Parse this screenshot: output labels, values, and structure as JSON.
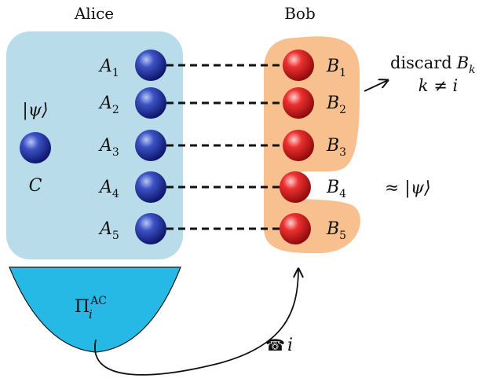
{
  "alice": {
    "title": "Alice",
    "state_label": "|ψ⟩",
    "qubit_c": "C",
    "qubits": [
      {
        "name": "A",
        "sub": "1"
      },
      {
        "name": "A",
        "sub": "2"
      },
      {
        "name": "A",
        "sub": "3"
      },
      {
        "name": "A",
        "sub": "4"
      },
      {
        "name": "A",
        "sub": "5"
      }
    ],
    "measurement": {
      "symbol": "Π",
      "sub": "i",
      "sup": "AC"
    }
  },
  "bob": {
    "title": "Bob",
    "qubits": [
      {
        "name": "B",
        "sub": "1"
      },
      {
        "name": "B",
        "sub": "2"
      },
      {
        "name": "B",
        "sub": "3"
      },
      {
        "name": "B",
        "sub": "4"
      },
      {
        "name": "B",
        "sub": "5"
      }
    ],
    "discard": {
      "word": "discard",
      "name": "B",
      "sub": "k",
      "condition": "k ≠ i"
    },
    "result_label": "≈ |ψ⟩"
  },
  "classical_comm": {
    "icon": "phone-icon",
    "glyph": "☎",
    "label": "i"
  },
  "colors": {
    "alice_box": "#b9dcea",
    "bob_region": "#f7c08e",
    "measurement": "#27b9e6",
    "blue_qubit": "#1d2e8f",
    "red_qubit": "#d71c1c"
  }
}
